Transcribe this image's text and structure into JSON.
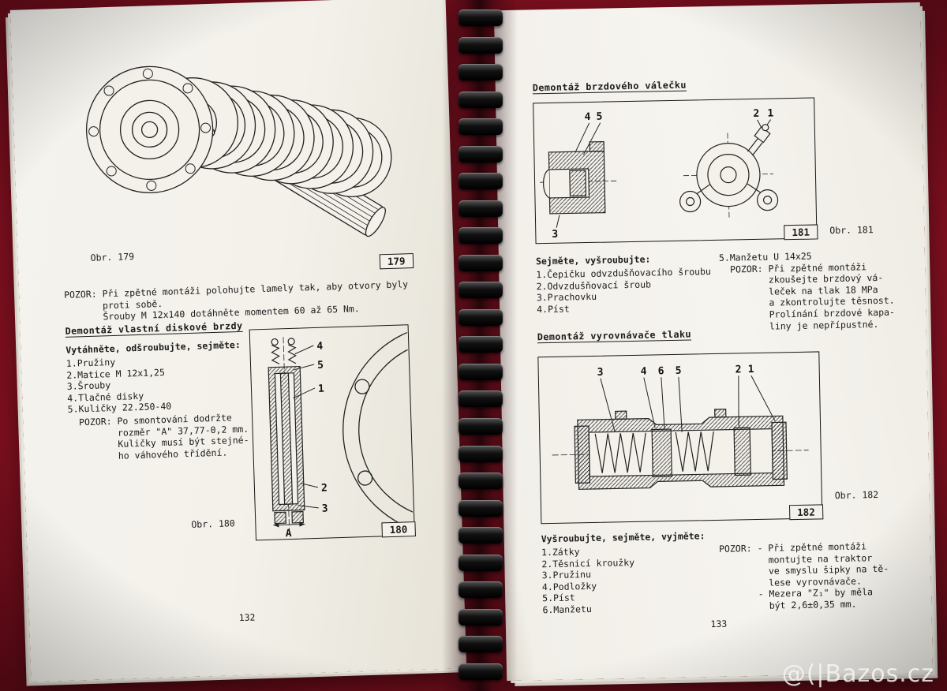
{
  "watermark": "@(|Bazos.cz",
  "left_page": {
    "page_number": "132",
    "fig179": {
      "caption": "Obr. 179",
      "tag": "179"
    },
    "pozor_top": [
      "POZOR: Při zpětné montáži polohujte lamely tak, aby otvory byly",
      "       proti sobě.",
      "       Šrouby M 12x140 dotáhněte momentem 60 až 65 Nm."
    ],
    "section": {
      "heading": "Demontáž vlastní diskové brzdy",
      "intro": "Vytáhněte, odšroubujte, sejměte:",
      "items": [
        "1.Pružiny",
        "2.Matice M 12x1,25",
        "3.Šrouby",
        "4.Tlačné disky",
        "5.Kuličky 22.250-40"
      ],
      "pozor": [
        "  POZOR: Po smontování dodržte",
        "         rozměr \"A\" 37,77-0,2 mm.",
        "         Kuličky musí být stejné-",
        "         ho váhového třídění."
      ]
    },
    "fig180": {
      "caption": "Obr. 180",
      "tag": "180",
      "callouts": [
        "4",
        "5",
        "1",
        "2",
        "3"
      ],
      "dim": "A"
    }
  },
  "right_page": {
    "page_number": "133",
    "sec1": {
      "heading": "Demontáž brzdového válečku",
      "intro": "Sejměte, vyšroubujte:",
      "items": [
        "1.Čepičku odvzdušňovacího šroubu",
        "2.Odvzdušňovací šroub",
        "3.Prachovku",
        "4.Píst"
      ],
      "right_col": [
        "5.Manžetu U 14x25",
        "  POZOR: Při zpětné montáži",
        "         zkoušejte brzdový vá-",
        "         leček na tlak 18 MPa",
        "         a zkontrolujte těsnost.",
        "         Prolínání brzdové kapa-",
        "         liny je nepřípustné."
      ]
    },
    "fig181": {
      "caption": "Obr. 181",
      "tag": "181",
      "callouts": [
        "4",
        "5",
        "3",
        "2",
        "1"
      ]
    },
    "sec2": {
      "heading": "Demontáž vyrovnávače tlaku",
      "intro": "Vyšroubujte, sejměte, vyjměte:",
      "items": [
        "1.Zátky",
        "2.Těsnicí kroužky",
        "3.Pružinu",
        "4.Podložky",
        "5.Píst",
        "6.Manžetu"
      ],
      "right_col": [
        "POZOR: - Při zpětné montáži",
        "         montujte na traktor",
        "         ve smyslu šipky na tě-",
        "         lese vyrovnávače.",
        "       - Mezera \"Z₁\" by měla",
        "         být 2,6±0,35 mm."
      ]
    },
    "fig182": {
      "caption": "Obr. 182",
      "tag": "182",
      "callouts": [
        "3",
        "4",
        "6",
        "5",
        "2",
        "1"
      ]
    }
  }
}
